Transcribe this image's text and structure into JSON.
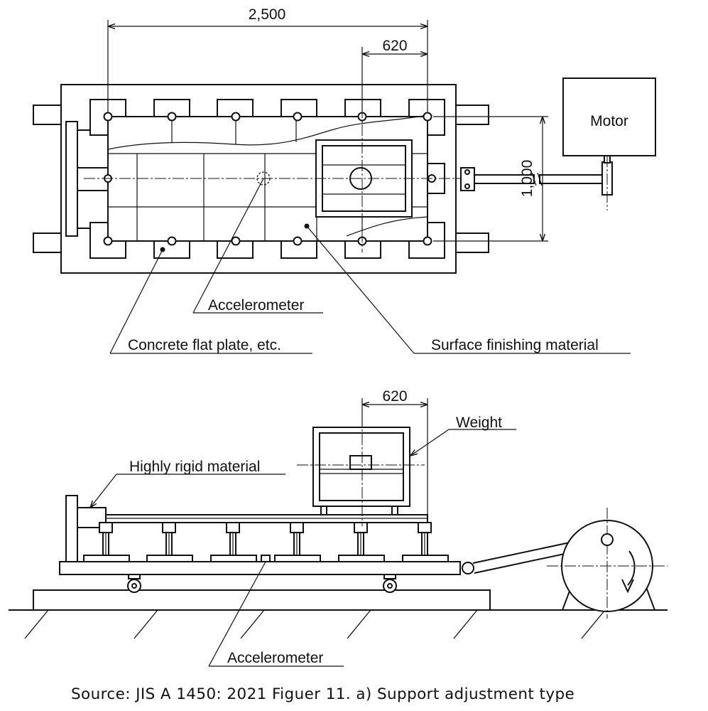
{
  "dimensions": {
    "top_length": "2,500",
    "top_offset": "620",
    "top_width": "1,000",
    "side_offset": "620"
  },
  "labels": {
    "motor": "Motor",
    "accelerometer_top": "Accelerometer",
    "concrete": "Concrete flat plate, etc.",
    "surface": "Surface finishing material",
    "weight": "Weight",
    "highly_rigid": "Highly rigid material",
    "accelerometer_side": "Accelerometer"
  },
  "caption": "Source: JIS A 1450: 2021 Figuer 11. a) Support adjustment type"
}
